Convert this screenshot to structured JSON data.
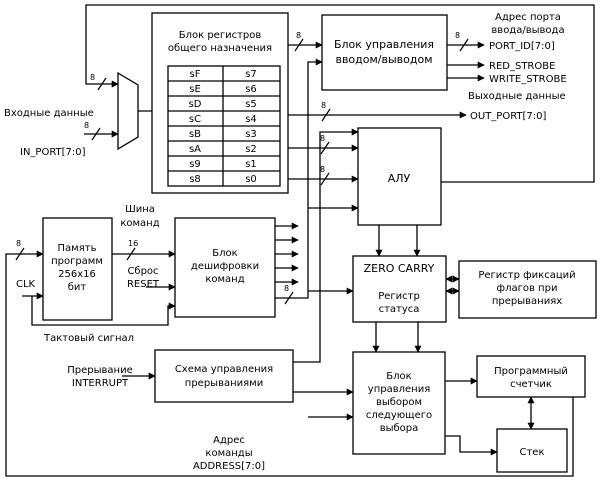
{
  "labels": {
    "port_addr_1": "Адрес порта",
    "port_addr_2": "ввода/вывода",
    "port_id": "PORT_ID[7:0]",
    "red_strobe": "RED_STROBE",
    "write_strobe": "WRITE_STROBE",
    "out_data": "Выходные данные",
    "out_port": "OUT_PORT[7:0]",
    "in_data": "Входные данные",
    "in_port": "IN_PORT[7:0]",
    "cmd_bus_1": "Шина",
    "cmd_bus_2": "команд",
    "reset_1": "Сброс",
    "reset_2": "RESET",
    "clk": "CLK",
    "clock_signal": "Тактовый сигнал",
    "interrupt_1": "Прерывание",
    "interrupt_2": "INTERRUPT",
    "address_1": "Адрес",
    "address_2": "команды",
    "address_3": "ADDRESS[7:0]"
  },
  "bus_widths": [
    "8",
    "8",
    "8",
    "8",
    "8",
    "8",
    "16",
    "8",
    "8",
    "8"
  ],
  "blocks": {
    "regfile_1": "Блок регистров",
    "regfile_2": "общего назначения",
    "io_1": "Блок управления",
    "io_2": "вводом/выводом",
    "alu": "АЛУ",
    "progmem_1": "Память",
    "progmem_2": "программ",
    "progmem_3": "256x16",
    "progmem_4": "бит",
    "decoder_1": "Блок",
    "decoder_2": "дешифровки",
    "decoder_3": "команд",
    "status_flags": "ZERO CARRY",
    "status_1": "Регистр",
    "status_2": "статуса",
    "int_flags_1": "Регистр фиксаций",
    "int_flags_2": "флагов при",
    "int_flags_3": "прерываниях",
    "intctl_1": "Схема управления",
    "intctl_2": "прерываниями",
    "nextsel_1": "Блок",
    "nextsel_2": "управления",
    "nextsel_3": "выбором",
    "nextsel_4": "следующего",
    "nextsel_5": "выбора",
    "pc_1": "Программный",
    "pc_2": "счетчик",
    "stack": "Стек"
  },
  "registers": [
    [
      "sF",
      "s7"
    ],
    [
      "sE",
      "s6"
    ],
    [
      "sD",
      "s5"
    ],
    [
      "sC",
      "s4"
    ],
    [
      "sB",
      "s3"
    ],
    [
      "sA",
      "s2"
    ],
    [
      "s9",
      "s1"
    ],
    [
      "s8",
      "s0"
    ]
  ]
}
